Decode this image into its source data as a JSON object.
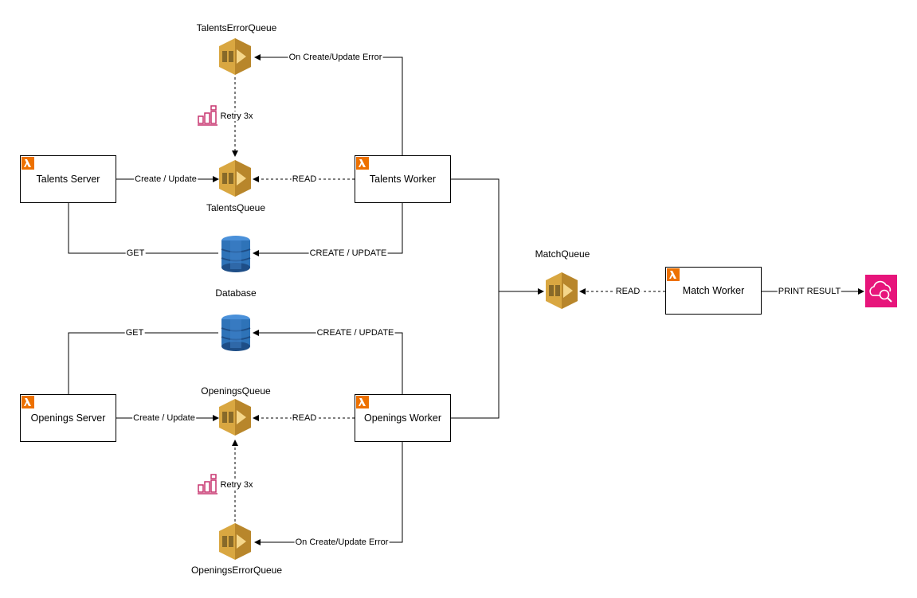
{
  "nodes": {
    "talents_server": "Talents Server",
    "talents_worker": "Talents Worker",
    "openings_server": "Openings Server",
    "openings_worker": "Openings Worker",
    "match_worker": "Match Worker",
    "talents_error_queue": "TalentsErrorQueue",
    "talents_queue": "TalentsQueue",
    "database": "Database",
    "openings_queue": "OpeningsQueue",
    "openings_error_queue": "OpeningsErrorQueue",
    "match_queue": "MatchQueue"
  },
  "edges": {
    "talents_on_error": "On Create/Update Error",
    "talents_retry": "Retry 3x",
    "talents_create_update": "Create / Update",
    "talents_read": "READ",
    "talents_get": "GET",
    "talents_db_create_update": "CREATE / UPDATE",
    "openings_get": "GET",
    "openings_db_create_update": "CREATE / UPDATE",
    "openings_create_update": "Create / Update",
    "openings_read": "READ",
    "openings_retry": "Retry 3x",
    "openings_on_error": "On Create/Update Error",
    "match_read": "READ",
    "print_result": "PRINT RESULT"
  },
  "colors": {
    "lambda_orange": "#ED7100",
    "sqs_gold": "#D9A741",
    "sqs_dark": "#876929",
    "dynamo_blue": "#2E73B8",
    "dynamo_dark": "#1E4E87",
    "retry_pink": "#C7336E",
    "analytics_pink": "#E7157B"
  },
  "icons": {
    "lambda": "lambda-icon",
    "sqs": "sqs-queue-icon",
    "dynamodb": "dynamodb-icon",
    "retry": "retry-chart-icon",
    "cloudsearch": "cloud-search-icon"
  }
}
